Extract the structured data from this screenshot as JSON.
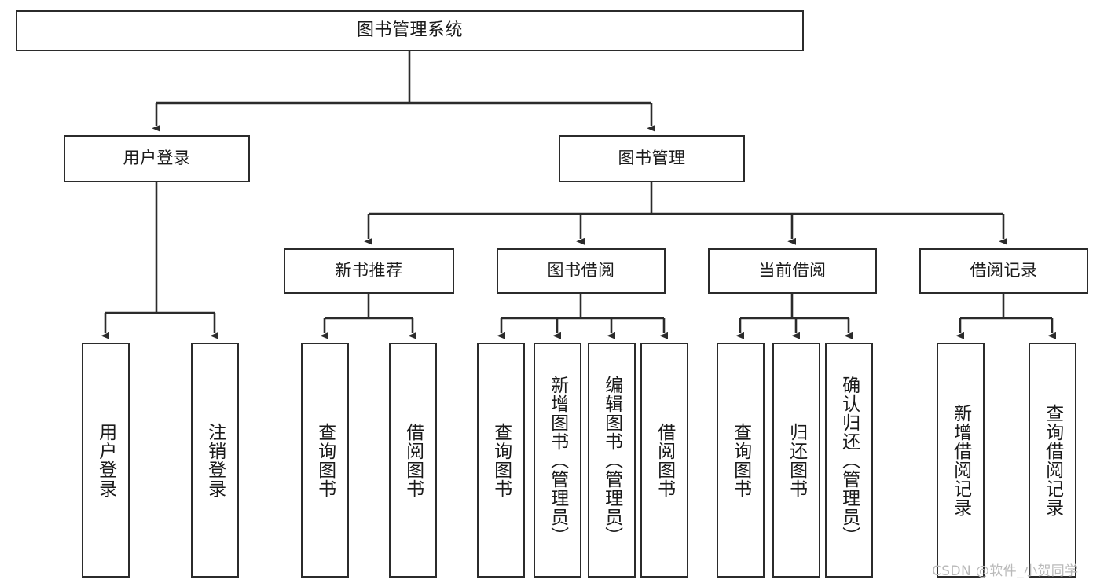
{
  "diagram": {
    "title": "图书管理系统",
    "type": "tree-hierarchy-chart",
    "line_color": "#2b2b2b",
    "box_fill": "#ffffff",
    "text_color": "#1a1a1a",
    "watermark": "CSDN @软件_小贺同学",
    "nodes": {
      "root": {
        "label": "图书管理系统"
      },
      "level2": [
        {
          "id": "user-login",
          "label": "用户登录"
        },
        {
          "id": "book-manage",
          "label": "图书管理"
        }
      ],
      "level3": [
        {
          "id": "new-book-recommend",
          "label": "新书推荐"
        },
        {
          "id": "book-borrow",
          "label": "图书借阅"
        },
        {
          "id": "current-borrow",
          "label": "当前借阅"
        },
        {
          "id": "borrow-record",
          "label": "借阅记录"
        }
      ],
      "leaves": {
        "user_login": [
          {
            "id": "leaf-user-login",
            "label": "用户登录"
          },
          {
            "id": "leaf-logout-login",
            "label": "注销登录"
          }
        ],
        "new_book_recommend": [
          {
            "id": "leaf-query-book-1",
            "label": "查询图书"
          },
          {
            "id": "leaf-borrow-book-1",
            "label": "借阅图书"
          }
        ],
        "book_borrow": [
          {
            "id": "leaf-query-book-2",
            "label": "查询图书"
          },
          {
            "id": "leaf-add-book",
            "label": "新增图书（管理员）"
          },
          {
            "id": "leaf-edit-book",
            "label": "编辑图书（管理员）"
          },
          {
            "id": "leaf-borrow-book-2",
            "label": "借阅图书"
          }
        ],
        "current_borrow": [
          {
            "id": "leaf-query-book-3",
            "label": "查询图书"
          },
          {
            "id": "leaf-return-book",
            "label": "归还图书"
          },
          {
            "id": "leaf-confirm-return",
            "label": "确认归还（管理员）"
          }
        ],
        "borrow_record": [
          {
            "id": "leaf-add-record",
            "label": "新增借阅记录"
          },
          {
            "id": "leaf-query-record",
            "label": "查询借阅记录"
          }
        ]
      }
    }
  }
}
